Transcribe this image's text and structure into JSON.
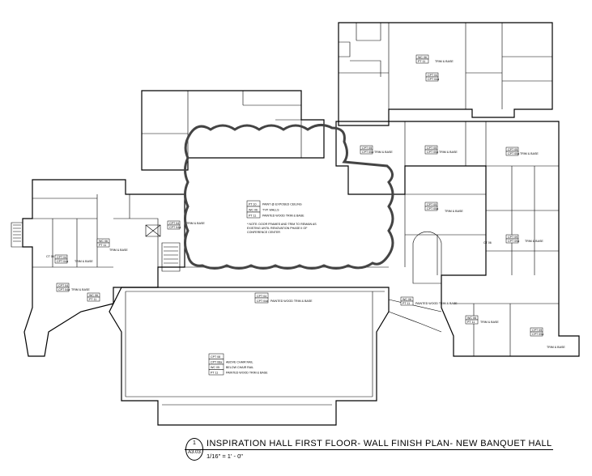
{
  "drawing": {
    "title": "INSPIRATION HALL FIRST FLOOR- WALL FINISH PLAN- NEW BANQUET HALL",
    "scale": "1/16\" = 1' - 0\"",
    "detail_number": "1",
    "sheet_number": "A3.03"
  },
  "center_callout": {
    "lines": [
      [
        "PT 10",
        "PAINT @ EXPOSED CEILING"
      ],
      [
        "WC 06",
        "TYP. WALLS"
      ],
      [
        "PT 11",
        "PAINTED WOOD TRIM & BASE"
      ]
    ],
    "note": [
      "* NOTE: DOOR FRAMES AND TRIM TO REMAIN AS",
      "EXISTING UNTIL RENOVATION PHASE II OF",
      "CONFERENCE CENTER"
    ]
  },
  "banquet_callout": {
    "lines": [
      [
        "CPT 08",
        ""
      ],
      [
        "CPT 08a",
        "ABOVE CHAIR RAIL"
      ],
      [
        "WC 05",
        "BELOW CHAIR RAIL"
      ],
      [
        "PT 11",
        "PAINTED WOOD TRIM & BASE"
      ]
    ]
  },
  "lobby_callout": {
    "label": "PAINTED WOOD TRIM & BASE"
  },
  "tags": {
    "trim_base": "TRIM & BASE",
    "painted_trim": "PAINTED WOOD TRIM & BASE",
    "wc06": "WC 06",
    "pt11": "PT 11",
    "ct06": "CT 06",
    "cpt04": "CPT 04",
    "cpt04a": "CPT 04a",
    "cpt05": "CPT 05",
    "cpt05a": "CPT 05a",
    "cpt09": "CPT 09",
    "cpt09a": "CPT 09a"
  }
}
